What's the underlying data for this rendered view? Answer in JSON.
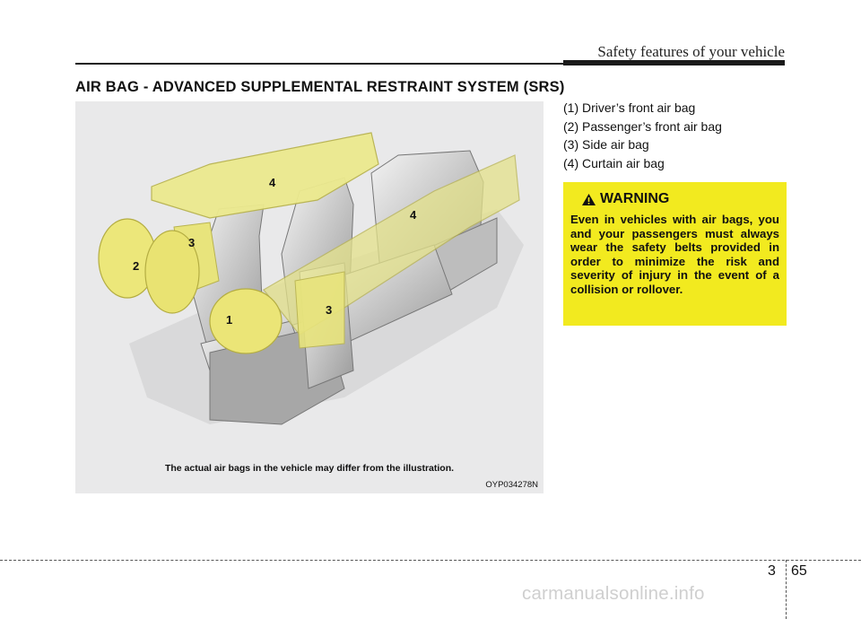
{
  "header": {
    "section_title": "Safety features of your vehicle"
  },
  "main": {
    "heading": "AIR BAG - ADVANCED SUPPLEMENTAL RESTRAINT SYSTEM (SRS)"
  },
  "illustration": {
    "caption": "The actual air bags in the vehicle may differ from the illustration.",
    "image_code": "OYP034278N",
    "callouts": [
      "4",
      "4",
      "3",
      "2",
      "1",
      "3"
    ]
  },
  "legend": {
    "items": [
      "(1) Driver’s front air bag",
      "(2) Passenger’s front air bag",
      "(3) Side air bag",
      "(4) Curtain air bag"
    ]
  },
  "warning": {
    "title": "WARNING",
    "text": "Even in vehicles with air bags, you and your passengers must always wear the safety belts provided in order to minimize the risk and severity of injury in the event of a collision or rollover.",
    "background_color": "#f2ea1f"
  },
  "footer": {
    "chapter": "3",
    "page": "65",
    "watermark": "carmanualsonline.info"
  }
}
